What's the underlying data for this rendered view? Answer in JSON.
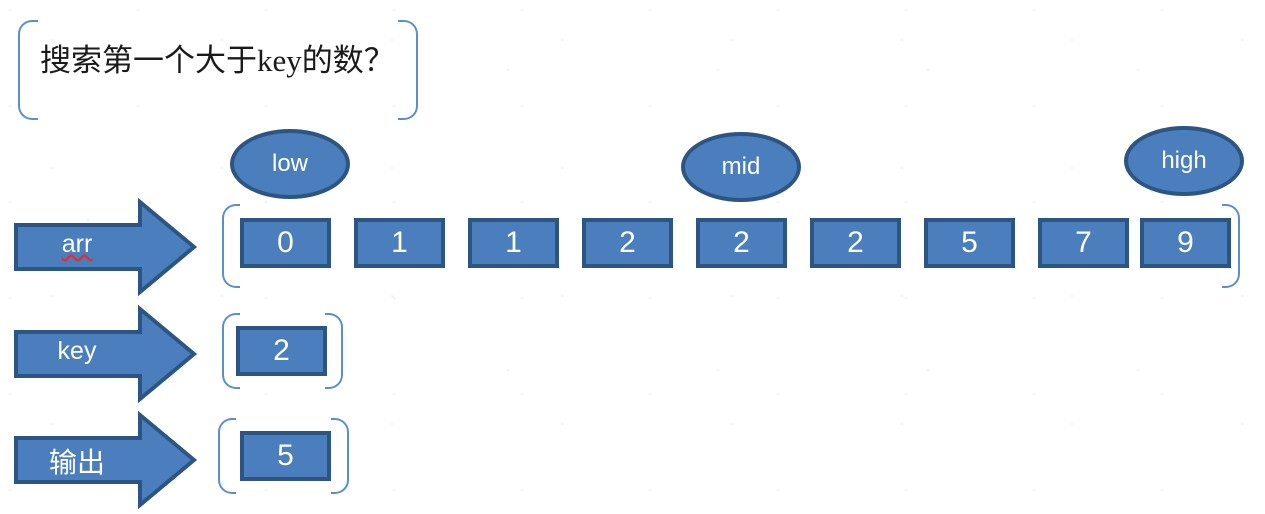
{
  "slide": {
    "title": "搜索第一个大于key的数？",
    "background_color": "#ffffff"
  },
  "colors": {
    "shape_fill": "#4a7ebc",
    "shape_border": "#2d5584",
    "bracket": "#5b8fc9",
    "shape_text": "#ffffff",
    "title_text": "#1a1a1a",
    "spellcheck_underline": "#e03030"
  },
  "pointers": [
    {
      "label": "low",
      "index": 0
    },
    {
      "label": "mid",
      "index": 4
    },
    {
      "label": "high",
      "index": 8
    }
  ],
  "rows": [
    {
      "name": "arr",
      "arrow_label": "arr",
      "arrow_misspelled": true,
      "values": [
        "0",
        "1",
        "1",
        "2",
        "2",
        "2",
        "5",
        "7",
        "9"
      ]
    },
    {
      "name": "key",
      "arrow_label": "key",
      "arrow_misspelled": false,
      "values": [
        "2"
      ]
    },
    {
      "name": "output",
      "arrow_label": "输出",
      "arrow_misspelled": false,
      "values": [
        "5"
      ]
    }
  ]
}
